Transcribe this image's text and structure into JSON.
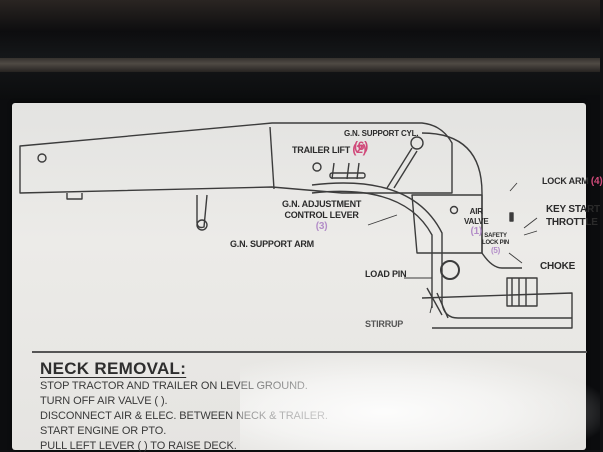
{
  "diagram": {
    "trailer_lift_label": "TRAILER LIFT",
    "trailer_lift_num": "(2)",
    "support_cyl_label": "G.N. SUPPORT CYL.",
    "support_cyl_num": "(6)",
    "adjust_lever_line1": "G.N. ADJUSTMENT",
    "adjust_lever_line2": "CONTROL LEVER",
    "adjust_lever_num": "(3)",
    "support_arm_label": "G.N. SUPPORT ARM",
    "load_pin_label": "LOAD PIN",
    "stirrup_label": "STIRRUP",
    "air_valve_line1": "AIR",
    "air_valve_line2": "VALVE",
    "air_valve_num": "(1)",
    "safety_pin_line1": "SAFETY",
    "safety_pin_line2": "LOCK PIN",
    "safety_pin_num": "(5)",
    "lock_arm_label": "LOCK ARM",
    "lock_arm_num": "(4)",
    "key_start_label": "KEY START",
    "throttle_label": "THROTTLE",
    "choke_label": "CHOKE"
  },
  "instructions": {
    "title": "NECK REMOVAL:",
    "steps": [
      "STOP TRACTOR AND TRAILER ON LEVEL GROUND.",
      "TURN OFF AIR VALVE ( ).",
      "DISCONNECT AIR & ELEC. BETWEEN NECK & TRAILER.",
      "START ENGINE OR PTO.",
      "PULL LEFT LEVER ( ) TO RAISE DECK."
    ]
  }
}
